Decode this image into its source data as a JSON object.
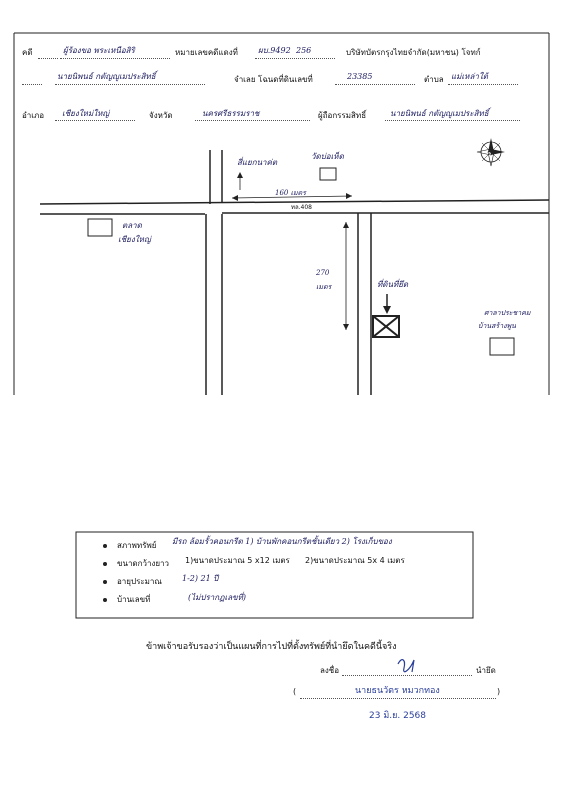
{
  "header": {
    "case_label": "คดี",
    "case_value": "ผู้ร้องขอ พระเหนือสิริ",
    "black_case_label": "หมายเลขคดีแดงที่",
    "black_case_value": "ผบ.9492",
    "year_value": "256",
    "plaintiff": "บริษัทบัตรกรุงไทยจำกัด(มหาชน) โจทก์",
    "defendant_value": "นายนิพนธ์ กตัญญูเมประสิทธิ์",
    "deed_label": "จำเลย โฉนดที่ดินเลขที่",
    "deed_no": "23385",
    "subdistrict_label": "ตำบล",
    "subdistrict_value": "แม่เหล่าใต้",
    "district_label": "อำเภอ",
    "district_value": "เชียงใหม่ใหญ่",
    "province_label": "จังหวัด",
    "province_value": "นครศรีธรรมราช",
    "owner_label": "ผู้ถือกรรมสิทธิ์",
    "owner_value": "นายนิพนธ์ กตัญญูเมประสิทธิ์"
  },
  "map": {
    "label_temple_road": "สี่แยกนาค่ต",
    "label_temple": "วัดบ่อเห็ด",
    "label_distance": "160 เมตร",
    "label_road_no": "ทล.408",
    "label_market": "ตลาด",
    "label_market2": "เชียงใหญ่",
    "label_side_distance": "270",
    "label_side_unit": "เมตร",
    "label_property": "ที่ดินที่ยึด",
    "label_neighbor1": "ศาลาประชาคม",
    "label_neighbor2": "บ้านสร้างพูน"
  },
  "details": {
    "asset_label": "สภาพทรัพย์",
    "asset_value": "มีรถ ล้อมรั้วคอนกรีต 1) บ้านพักคอนกรีตชั้นเดียว 2) โรงเก็บของ",
    "size_label": "ขนาดกว้างยาว",
    "size_value1": "1)ขนาดประมาณ 5 x12 เมตร",
    "size_value2": "2)ขนาดประมาณ 5x 4 เมตร",
    "age_label": "อายุประมาณ",
    "age_value": "1-2) 21 ปี",
    "house_no_label": "บ้านเลขที่",
    "house_no_value": "(ไม่ปรากฏเลขที่)"
  },
  "certify": {
    "statement": "ข้าพเจ้าขอรับรองว่าเป็นแผนที่การไปที่ตั้งทรัพย์ที่นำยึดในคดีนี้จริง",
    "sign_label": "ลงชื่อ",
    "role": "นำยึด",
    "name": "นายธนวัตร หมวกทอง",
    "date": "23 มิ.ย. 2568"
  }
}
